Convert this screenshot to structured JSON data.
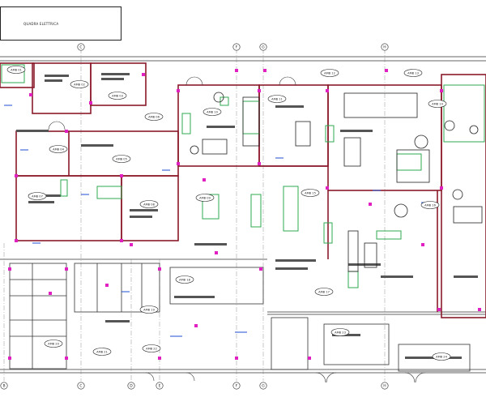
{
  "title_block": {
    "text": "QUADRA ELETTRICA"
  },
  "grid_labels": {
    "top": [
      "C",
      "F",
      "G",
      "H"
    ],
    "bottom": [
      "B",
      "C",
      "D",
      "E",
      "F",
      "G",
      "H"
    ]
  },
  "room_tags": [
    "AMB 01",
    "AMB 02",
    "AMB 03",
    "AMB 04",
    "AMB 05",
    "AMB 06",
    "AMB 07",
    "AMB 08",
    "AMB 09",
    "AMB 10",
    "AMB 11",
    "AMB 12",
    "AMB 13",
    "AMB 14",
    "AMB 15",
    "AMB 16",
    "AMB 17",
    "AMB 18",
    "AMB 19",
    "AMB 20",
    "AMB 21",
    "AMB 22",
    "AMB 23",
    "AMB 24"
  ],
  "colors": {
    "wall": "#8b1a2b",
    "line": "#333333",
    "equipment_green": "#2fa84f",
    "magenta": "#e020c0",
    "blue": "#1f4fd0",
    "dark": "#555555"
  }
}
